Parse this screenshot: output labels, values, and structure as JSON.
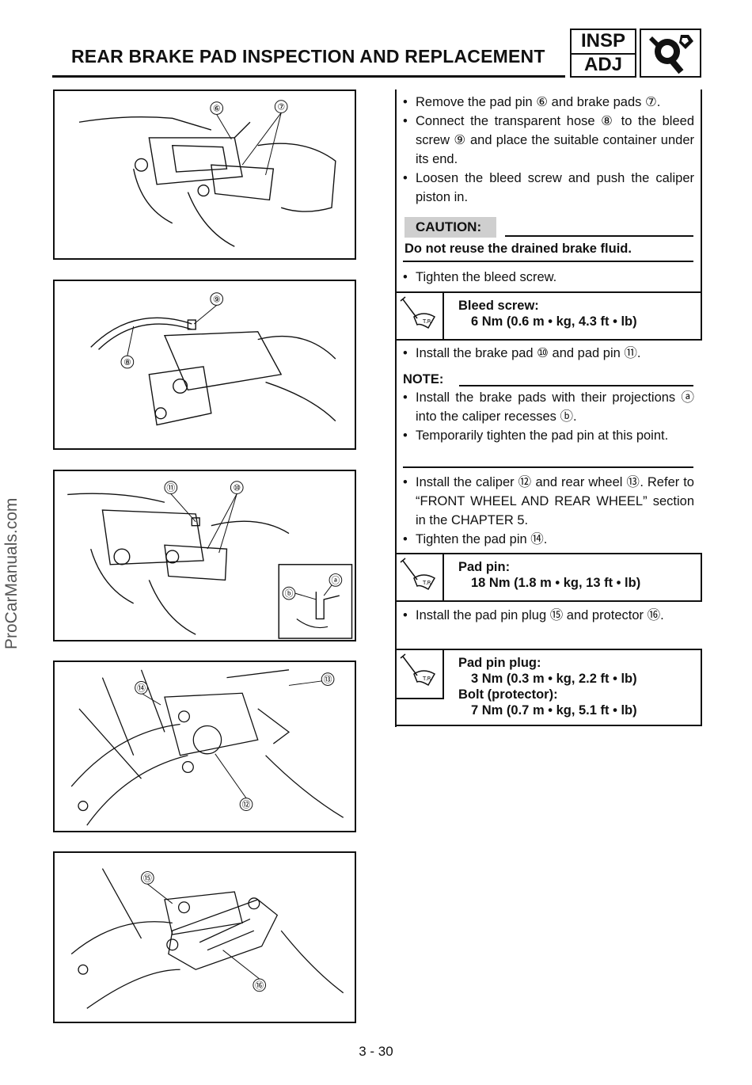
{
  "header": {
    "title": "REAR BRAKE PAD INSPECTION AND REPLACEMENT",
    "badge_line1": "INSP",
    "badge_line2": "ADJ",
    "badge_icon": "wrench-magnifier-icon"
  },
  "watermark": "ProCarManuals.com",
  "figures": [
    {
      "callouts": [
        "⑥",
        "⑦"
      ]
    },
    {
      "callouts": [
        "⑨",
        "⑧"
      ]
    },
    {
      "callouts": [
        "⑪",
        "⑩",
        "ⓑ",
        "ⓐ"
      ]
    },
    {
      "callouts": [
        "⑭",
        "⑬",
        "⑫"
      ]
    },
    {
      "callouts": [
        "⑮",
        "⑯"
      ]
    }
  ],
  "steps_1": [
    "Remove the pad pin ⑥ and brake pads ⑦.",
    "Connect the transparent hose ⑧ to the bleed screw ⑨ and place the suitable container under its end.",
    "Loosen the bleed screw and push the caliper piston in."
  ],
  "caution": {
    "label": "CAUTION:",
    "text": "Do not reuse the drained brake fluid."
  },
  "steps_2": [
    "Tighten the bleed screw."
  ],
  "spec_1": {
    "icon": "torque-wrench-icon",
    "name": "Bleed screw:",
    "value": "6 Nm (0.6 m • kg, 4.3 ft • lb)"
  },
  "steps_3": [
    "Install the brake pad ⑩ and pad pin ⑪."
  ],
  "note": {
    "label": "NOTE:",
    "items": [
      "Install the brake pads with their projections ⓐ into the caliper recesses ⓑ.",
      "Temporarily tighten the pad pin at this point."
    ]
  },
  "steps_4": [
    "Install the caliper ⑫ and rear wheel ⑬. Refer to “FRONT WHEEL AND REAR WHEEL” section in the CHAPTER 5.",
    "Tighten the pad pin ⑭."
  ],
  "spec_2": {
    "icon": "torque-wrench-icon",
    "name": "Pad pin:",
    "value": "18 Nm (1.8 m • kg, 13 ft • lb)"
  },
  "steps_5": [
    "Install the pad pin plug ⑮ and protector ⑯."
  ],
  "spec_3": {
    "icon": "torque-wrench-icon",
    "name": "Pad pin plug:",
    "value": "3 Nm (0.3 m • kg, 2.2 ft • lb)",
    "name2": "Bolt (protector):",
    "value2": "7 Nm (0.7 m • kg, 5.1 ft • lb)"
  },
  "page_number": "3 - 30"
}
